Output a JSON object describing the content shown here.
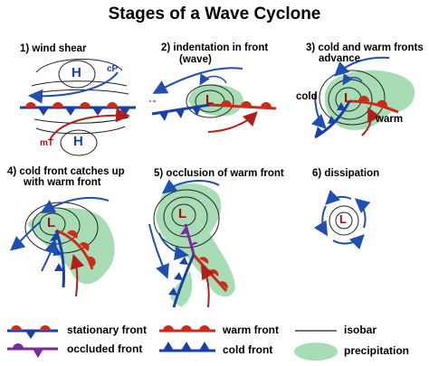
{
  "title": "Stages of a Wave Cyclone",
  "stages": [
    {
      "label": "1) wind shear"
    },
    {
      "label": "2) indentation in front",
      "label2": "(wave)"
    },
    {
      "label": "3) cold and warm fronts",
      "label2": "advance"
    },
    {
      "label": "4) cold front catches up",
      "label2": "with warm front"
    },
    {
      "label": "5) occlusion of warm front"
    },
    {
      "label": "6) dissipation"
    }
  ],
  "annotations": {
    "high": "H",
    "low": "L",
    "cP": "cP",
    "mT": "mT",
    "cold": "cold",
    "warm": "warm"
  },
  "legend": {
    "stationary": "stationary front",
    "warm": "warm front",
    "isobar": "isobar",
    "occluded": "occluded front",
    "cold": "cold front",
    "precipitation": "precipitation"
  },
  "colors": {
    "warm_front": "#cc2a1a",
    "cold_front": "#1a3fa8",
    "occluded": "#7a2a9a",
    "precipitation": "#a8dcb4",
    "isobar": "#222222",
    "wind_red": "#b0201a",
    "wind_blue": "#1f4fb0"
  }
}
